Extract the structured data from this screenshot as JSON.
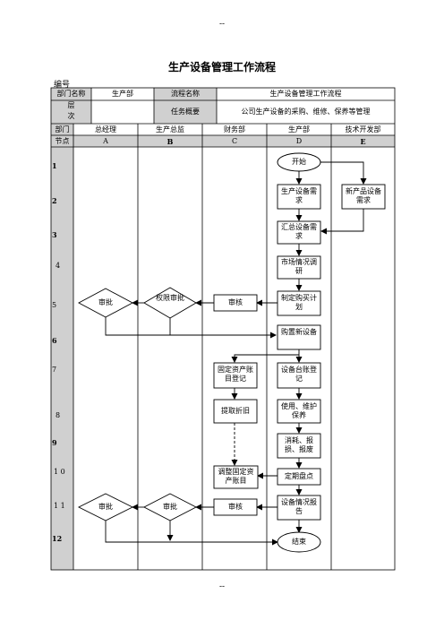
{
  "page": {
    "top_mark": "--",
    "bottom_mark": "--"
  },
  "title": "生产设备管理工作流程",
  "code_label": "编号",
  "header": {
    "dept_name_label": "部门名称",
    "dept_name_value": "生产部",
    "process_name_label": "流程名称",
    "process_name_value": "生产设备管理工作流程",
    "level_label_1": "层",
    "level_label_2": "次",
    "task_label": "任务概要",
    "task_value": "公司生产设备的采购、维修、保养等管理"
  },
  "lanes": {
    "dept_label": "部门",
    "node_label": "节点",
    "names": [
      "总经理",
      "生产总监",
      "财务部",
      "生产部",
      "技术开发部"
    ],
    "codes": [
      "A",
      "B",
      "C",
      "D",
      "E"
    ]
  },
  "rows": [
    "1",
    "2",
    "3",
    "4",
    "5",
    "6",
    "7",
    "8",
    "9",
    "1 0",
    "1 1",
    "12"
  ],
  "nodes": {
    "start": "开始",
    "d_demand": "生产设备需求",
    "e_new": "新产品设备需求",
    "d_collect": "汇总设备需求",
    "d_market": "市场情况调研",
    "d_plan": "制定购买计划",
    "c_audit1": "审核",
    "b_authority": "权限审批",
    "a_approve1": "审批",
    "d_buy": "购置新设备",
    "c_asset": "固定资产账目登记",
    "d_ledger": "设备台账登记",
    "c_depr": "提取折旧",
    "d_maint": "使用、维护保养",
    "d_scrap": "消耗、报损、报废",
    "c_adjust": "调整固定资产账目",
    "d_check": "定期盘点",
    "d_report": "设备情况报告",
    "c_audit2": "审核",
    "b_approve2": "审批",
    "a_approve2": "审批",
    "end": "结束"
  }
}
